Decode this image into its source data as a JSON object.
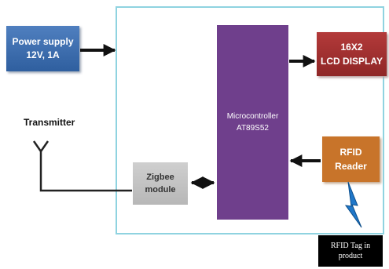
{
  "diagram": {
    "power_supply": "Power supply\n12V, 1A",
    "microcontroller": "Microcontroller\nAT89S52",
    "lcd": "16X2\nLCD DISPLAY",
    "rfid_reader": "RFID\nReader",
    "zigbee": "Zigbee\nmodule",
    "transmitter": "Transmitter",
    "rfid_tag": "RFID Tag in\nproduct"
  }
}
